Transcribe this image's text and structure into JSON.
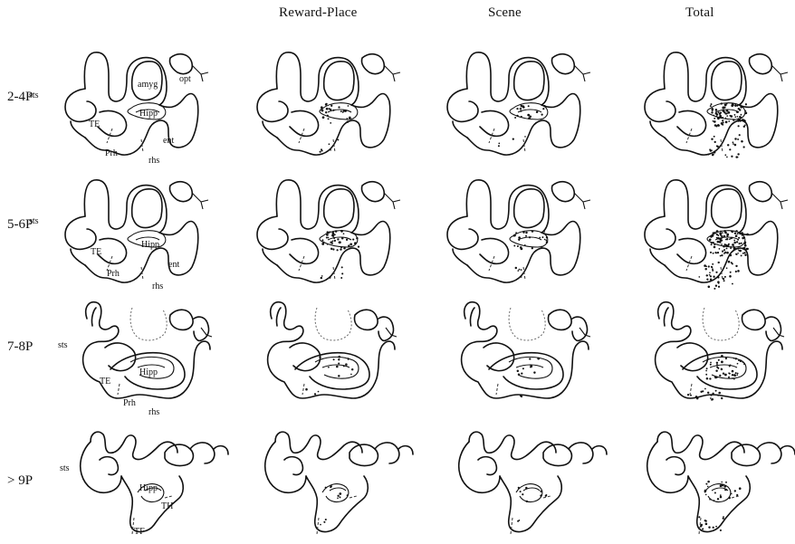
{
  "columns": {
    "reward_place": "Reward-Place",
    "scene": "Scene",
    "total": "Total"
  },
  "rows": [
    {
      "label": "2-4P"
    },
    {
      "label": "5-6P"
    },
    {
      "label": "7-8P"
    },
    {
      "label": "> 9P"
    }
  ],
  "region_labels": {
    "sts": "sts",
    "amyg": "amyg",
    "opt": "opt",
    "hipp": "Hipp",
    "te": "TE",
    "ent": "ent",
    "prh": "Prh",
    "rhs": "rhs",
    "tf": "TF",
    "th": "TH"
  }
}
